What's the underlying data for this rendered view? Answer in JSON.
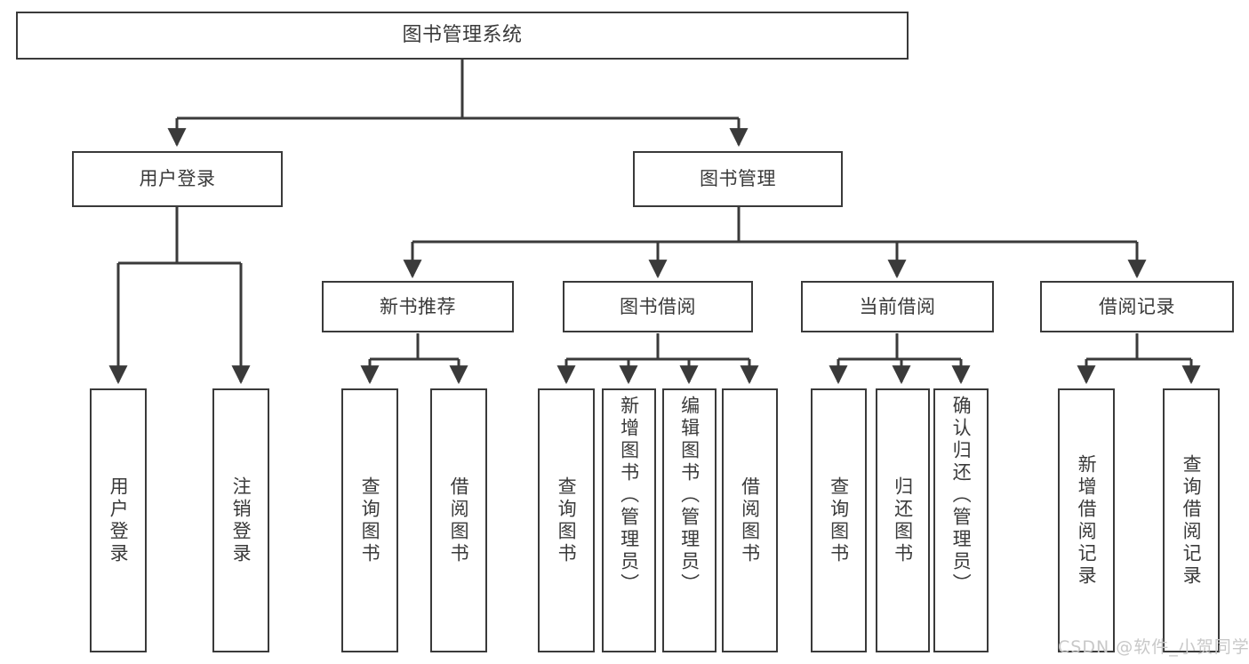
{
  "diagram": {
    "title": "图书管理系统",
    "type": "tree-hierarchy",
    "watermark": "CSDN @软件_小贺同学",
    "colors": {
      "stroke": "#3a3a3a",
      "fill": "#ffffff",
      "text": "#3a3a3a",
      "watermark": "#c8c8c8"
    },
    "root": {
      "label": "图书管理系统"
    },
    "level2": [
      {
        "label": "用户登录"
      },
      {
        "label": "图书管理"
      }
    ],
    "level3": [
      {
        "label": "新书推荐"
      },
      {
        "label": "图书借阅"
      },
      {
        "label": "当前借阅"
      },
      {
        "label": "借阅记录"
      }
    ],
    "leaves": {
      "user_login": [
        {
          "label": "用户登录"
        },
        {
          "label": "注销登录"
        }
      ],
      "new_book_recommend": [
        {
          "label": "查询图书"
        },
        {
          "label": "借阅图书"
        }
      ],
      "book_borrow": [
        {
          "label": "查询图书"
        },
        {
          "label": "新增图书（管理员）"
        },
        {
          "label": "编辑图书（管理员）"
        },
        {
          "label": "借阅图书"
        }
      ],
      "current_borrow": [
        {
          "label": "查询图书"
        },
        {
          "label": "归还图书"
        },
        {
          "label": "确认归还（管理员）"
        }
      ],
      "borrow_record": [
        {
          "label": "新增借阅记录"
        },
        {
          "label": "查询借阅记录"
        }
      ]
    }
  }
}
